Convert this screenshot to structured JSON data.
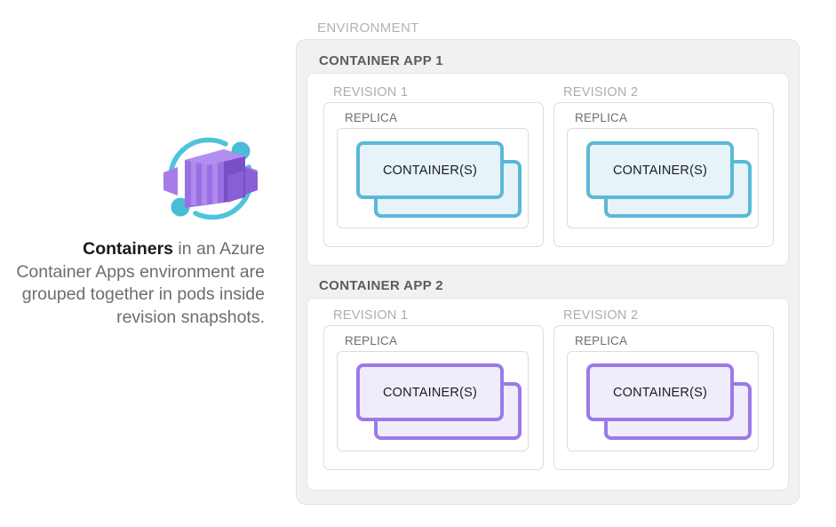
{
  "caption": {
    "bold_lead": "Containers",
    "rest": " in an Azure Container Apps environment are grouped together in pods inside revision snapshots."
  },
  "logo": {
    "name": "azure-container-apps-logo",
    "box_color_light": "#a276e8",
    "box_color_mid": "#8b5fd6",
    "box_color_dark": "#7b4fc4",
    "ring_color": "#4ec3dd"
  },
  "diagram": {
    "environment_label": "ENVIRONMENT",
    "apps": [
      {
        "label": "CONTAINER APP 1",
        "accent": "#5cb8d6",
        "fill": "#e6f3f9",
        "revisions": [
          {
            "label": "REVISION 1",
            "replica_label": "REPLICA",
            "container_label": "CONTAINER(S)"
          },
          {
            "label": "REVISION 2",
            "replica_label": "REPLICA",
            "container_label": "CONTAINER(S)"
          }
        ]
      },
      {
        "label": "CONTAINER APP 2",
        "accent": "#9b7ae8",
        "fill": "#f1ecfb",
        "revisions": [
          {
            "label": "REVISION 1",
            "replica_label": "REPLICA",
            "container_label": "CONTAINER(S)"
          },
          {
            "label": "REVISION 2",
            "replica_label": "REPLICA",
            "container_label": "CONTAINER(S)"
          }
        ]
      }
    ]
  }
}
